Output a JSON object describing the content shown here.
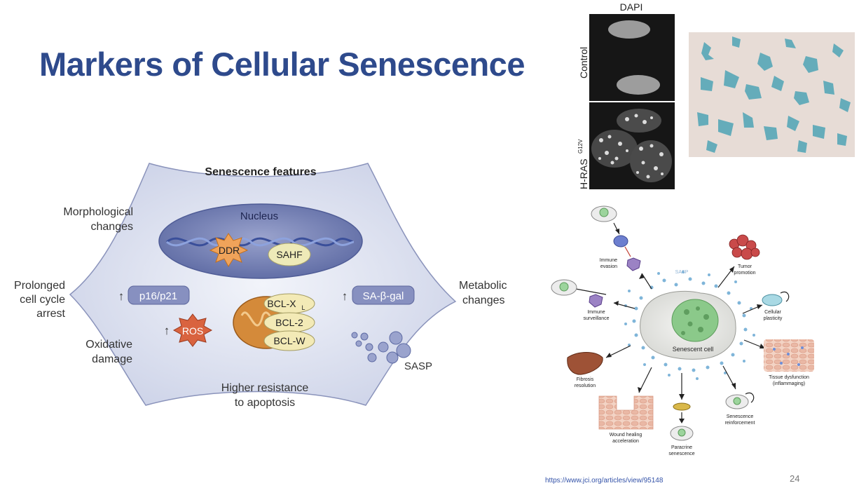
{
  "slide": {
    "title": "Markers of Cellular Senescence",
    "url": "https://www.jci.org/articles/view/95148",
    "page_number": "24"
  },
  "features": {
    "title": "Senescence features",
    "nucleus": "Nucleus",
    "ddr": "DDR",
    "sahf": "SAHF",
    "p16": "p16/p21",
    "sagal": "SA-β-gal",
    "ros": "ROS",
    "bcl_xl": "BCL-X",
    "bcl_xl_sub": "L",
    "bcl2": "BCL-2",
    "bclw": "BCL-W",
    "sasp": "SASP",
    "up_arrow": "↑",
    "morph_1": "Morphological",
    "morph_2": "changes",
    "arrest_1": "Prolonged",
    "arrest_2": "cell cycle",
    "arrest_3": "arrest",
    "oxid_1": "Oxidative",
    "oxid_2": "damage",
    "metab_1": "Metabolic",
    "metab_2": "changes",
    "resist_1": "Higher resistance",
    "resist_2": "to apoptosis"
  },
  "micrograph": {
    "dapi": "DAPI",
    "control": "Control",
    "hras": "H-RAS",
    "hras_sup": "G12V"
  },
  "sasp_diagram": {
    "center": "Senescent cell",
    "sasp": "SASP",
    "immune_evasion_1": "Immune",
    "immune_evasion_2": "evasion",
    "tumor_1": "Tumor",
    "tumor_2": "promotion",
    "plasticity_1": "Cellular",
    "plasticity_2": "plasticity",
    "surveillance_1": "Immune",
    "surveillance_2": "surveillance",
    "tissue_1": "Tissue dysfunction",
    "tissue_2": "(inflammaging)",
    "fibrosis_1": "Fibrosis",
    "fibrosis_2": "resolution",
    "reinforce_1": "Senescence",
    "reinforce_2": "reinforcement",
    "wound_1": "Wound healing",
    "wound_2": "acceleration",
    "paracrine_1": "Paracrine",
    "paracrine_2": "senescence"
  },
  "colors": {
    "title": "#2e4a8c",
    "cell_fill": "#dfe3f0",
    "nucleus": "#6f7cb2",
    "marker_box": "#8790c0",
    "ros": "#d9633f",
    "ddr": "#f0a35a",
    "sahf": "#eeeab8",
    "mito": "#d48a3a",
    "bcl": "#f3eab6",
    "stain": "#4fa4b6"
  }
}
